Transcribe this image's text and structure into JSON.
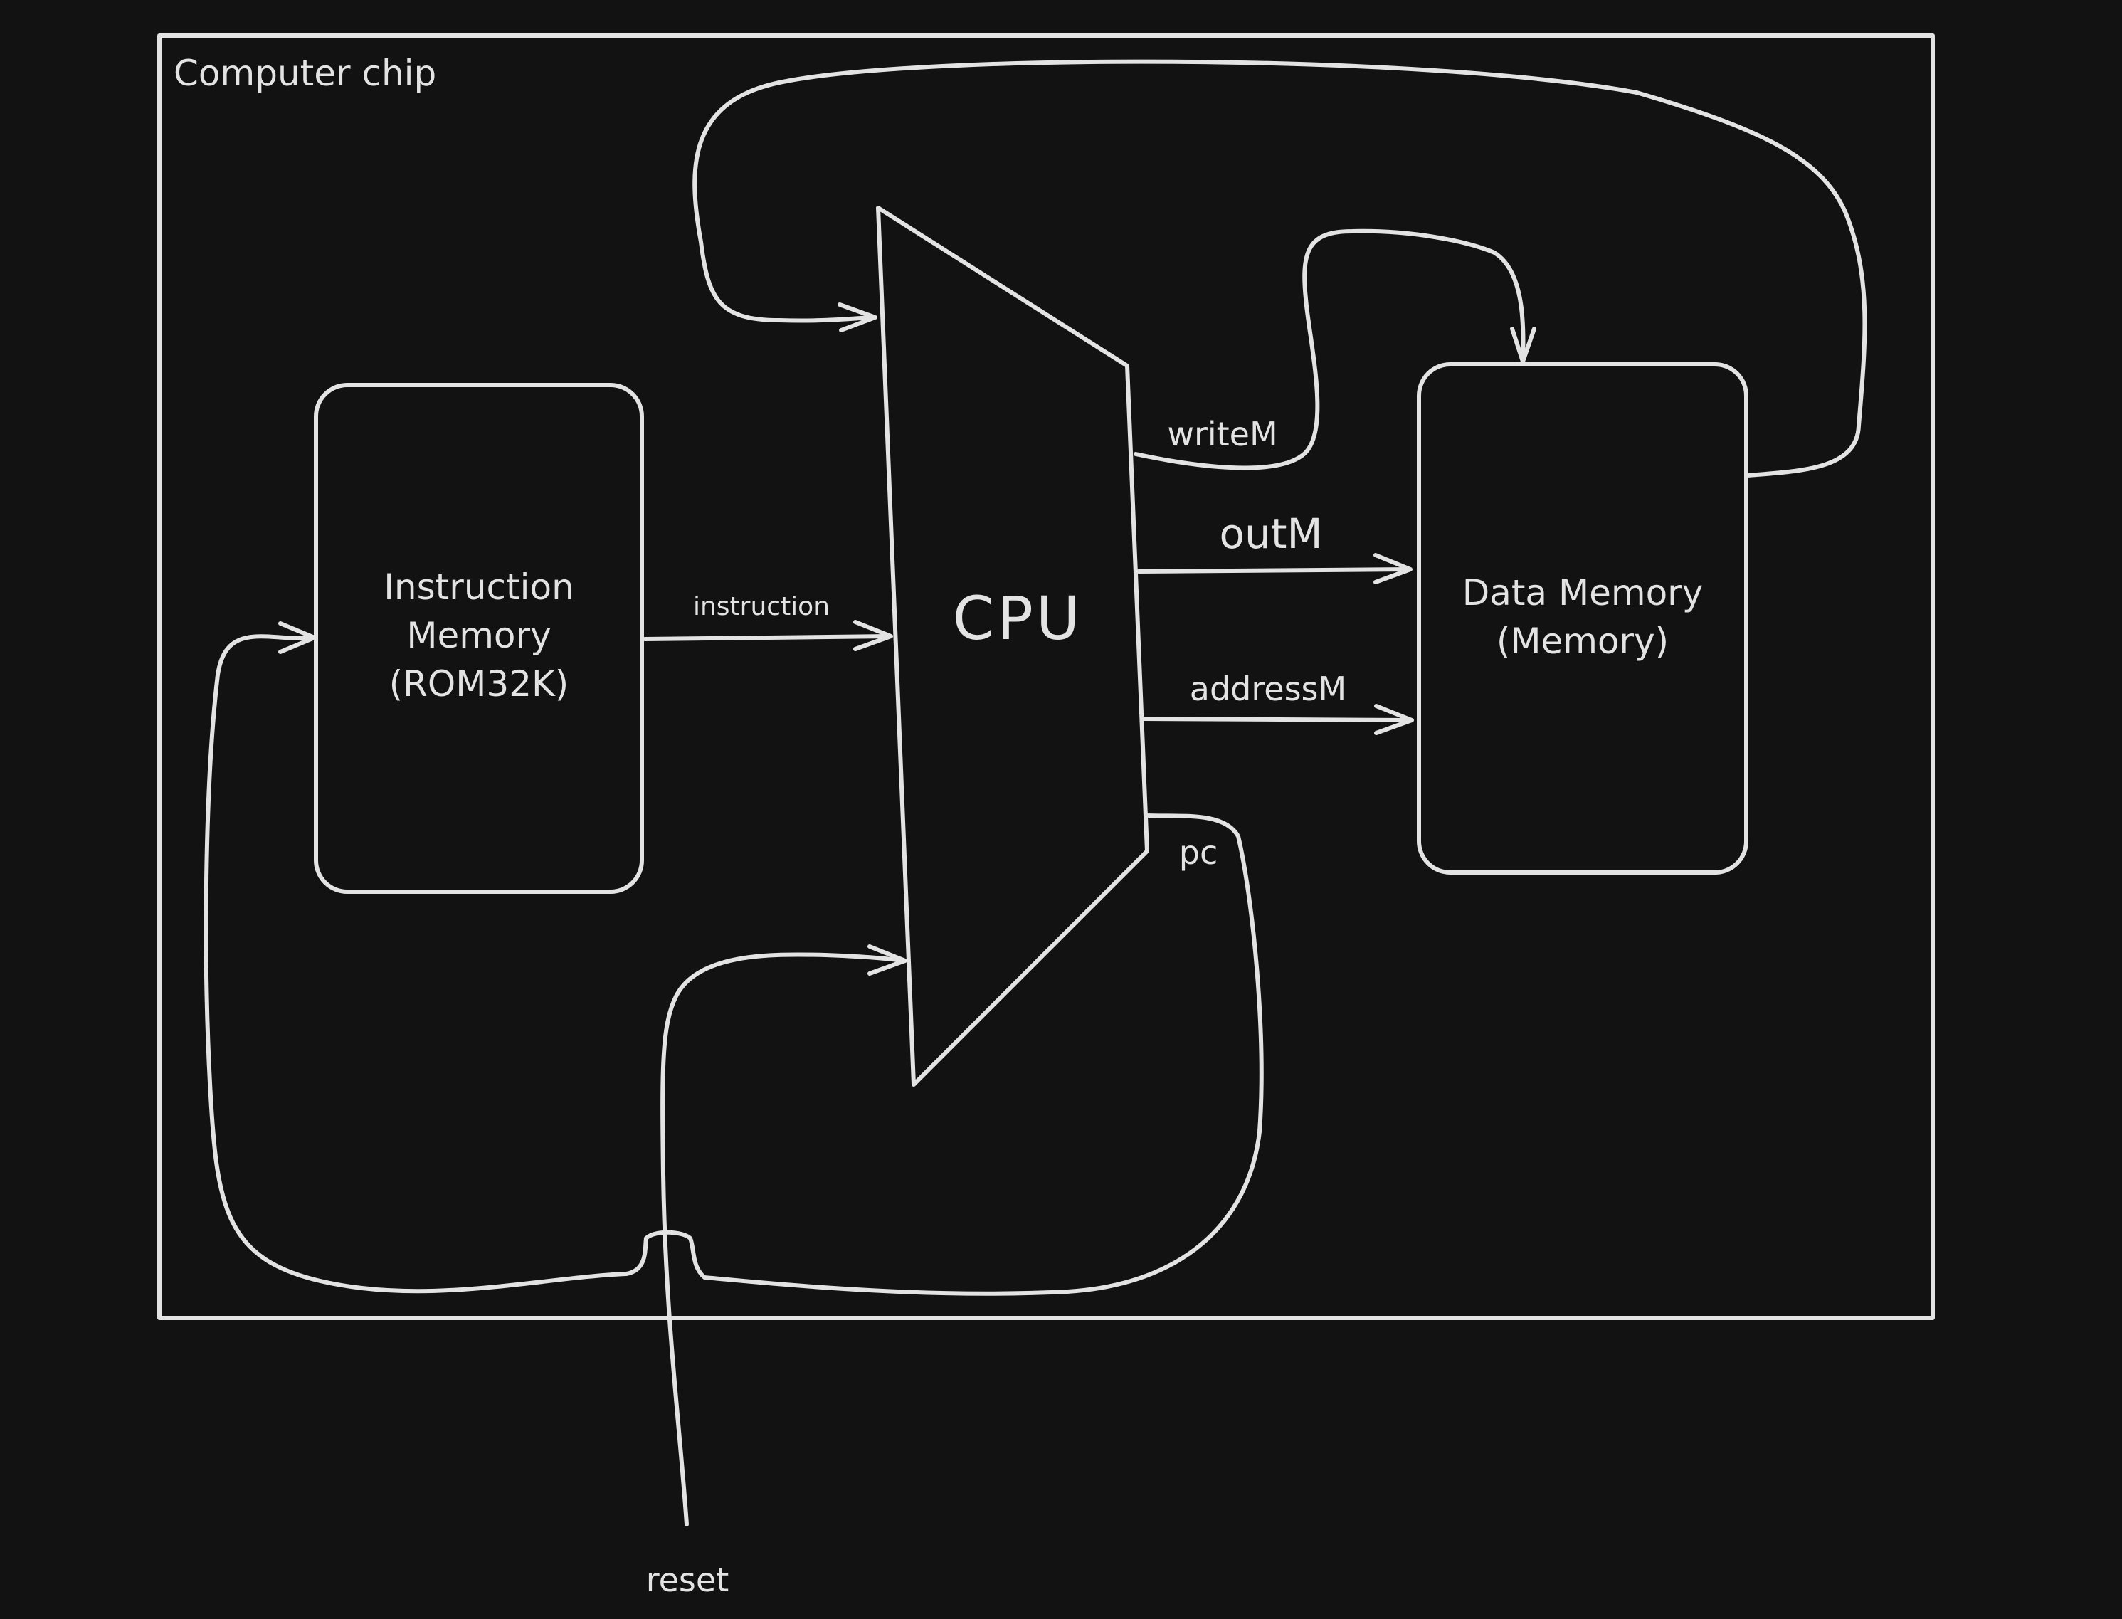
{
  "diagram": {
    "container_label": "Computer chip",
    "instruction_memory": {
      "line1": "Instruction",
      "line2": "Memory",
      "line3": "(ROM32K)"
    },
    "cpu": {
      "label": "CPU"
    },
    "data_memory": {
      "line1": "Data Memory",
      "line2": "(Memory)"
    },
    "signals": {
      "instruction": "instruction",
      "writeM": "writeM",
      "outM": "outM",
      "addressM": "addressM",
      "pc": "pc",
      "reset": "reset"
    },
    "colors": {
      "background": "#121212",
      "stroke": "#e3e3e3"
    }
  }
}
